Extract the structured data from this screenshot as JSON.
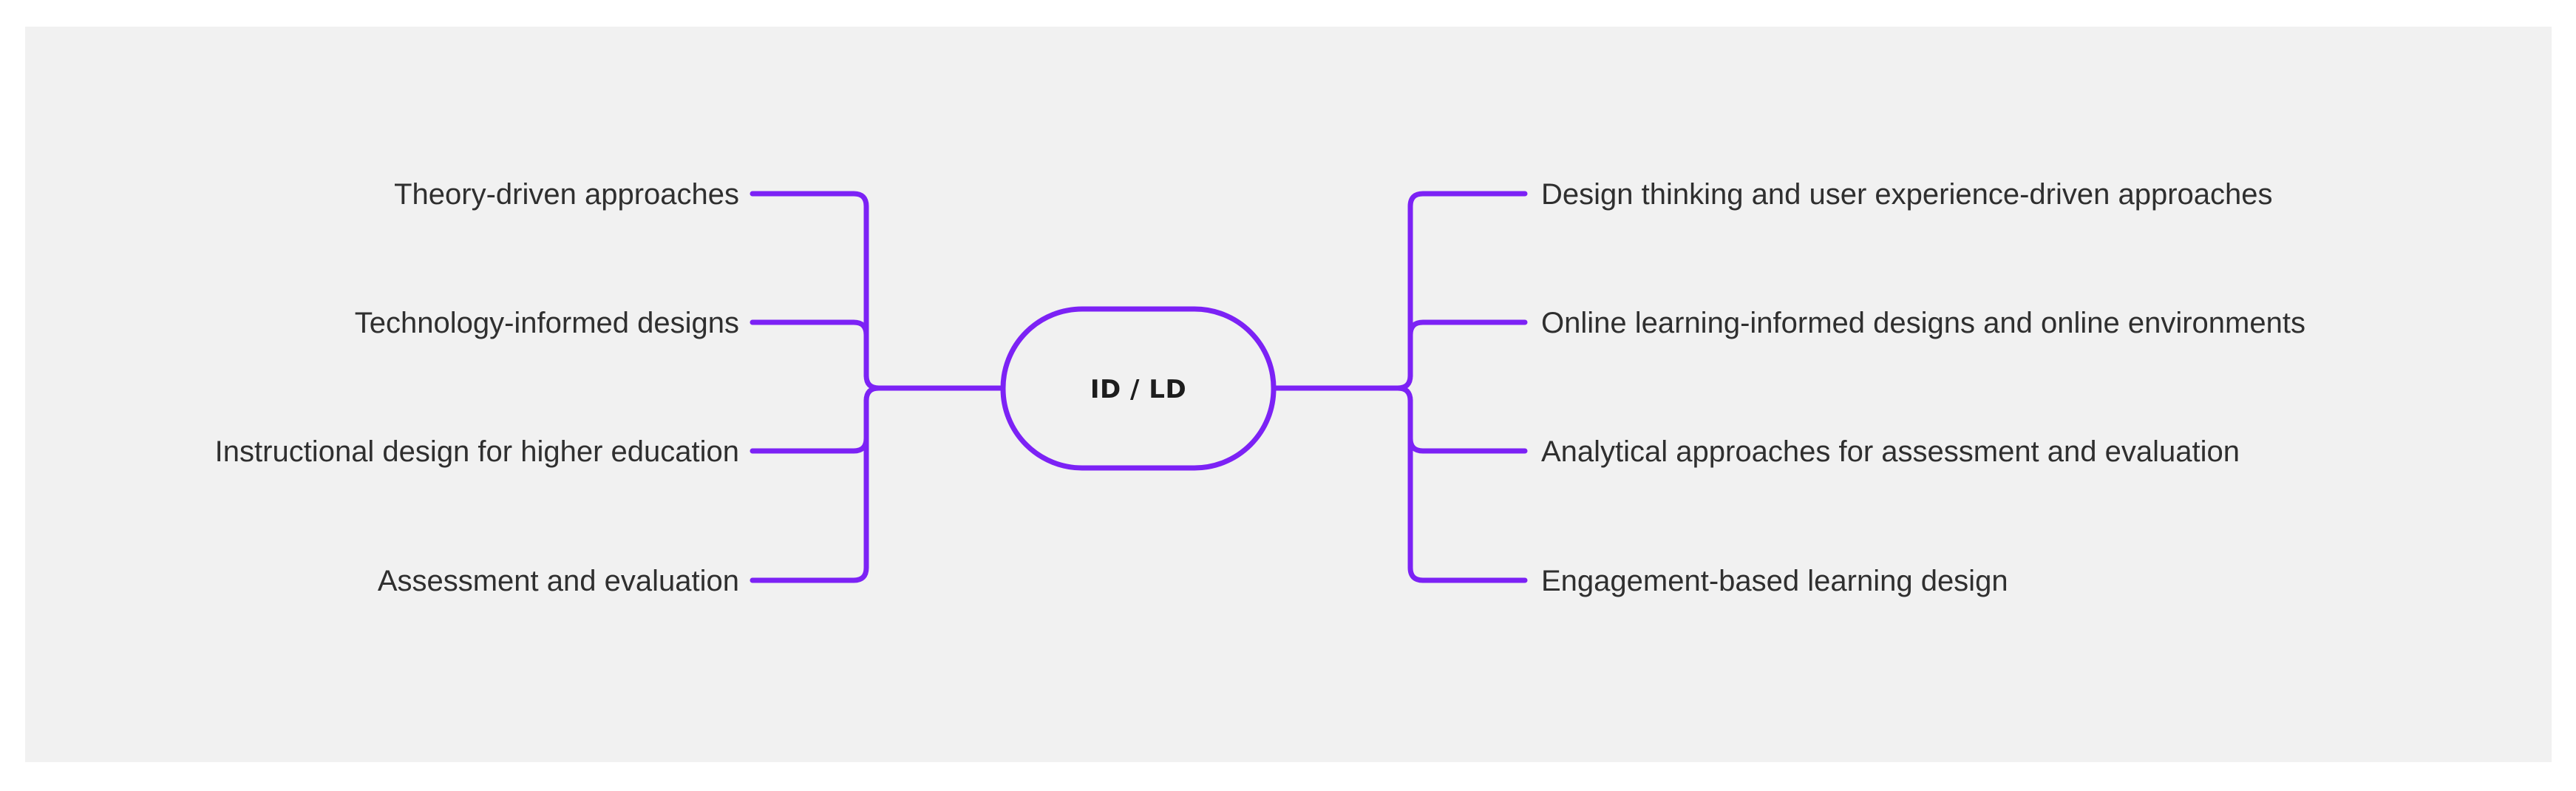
{
  "diagram": {
    "type": "mind-map",
    "title": "",
    "background_color": "#f1f1f1",
    "page_color": "#ffffff",
    "accent_color": "#7c22f5",
    "text_color": "#2f2f2f",
    "center": {
      "label": "ID / LD",
      "shape": "stadium"
    },
    "left_branches": [
      {
        "label": "Theory-driven approaches"
      },
      {
        "label": "Technology-informed designs"
      },
      {
        "label": "Instructional design for higher education"
      },
      {
        "label": "Assessment and evaluation"
      }
    ],
    "right_branches": [
      {
        "label": "Design thinking and user experience-driven approaches"
      },
      {
        "label": "Online learning-informed designs and online environments"
      },
      {
        "label": "Analytical approaches for assessment and evaluation"
      },
      {
        "label": "Engagement-based learning design"
      }
    ]
  }
}
